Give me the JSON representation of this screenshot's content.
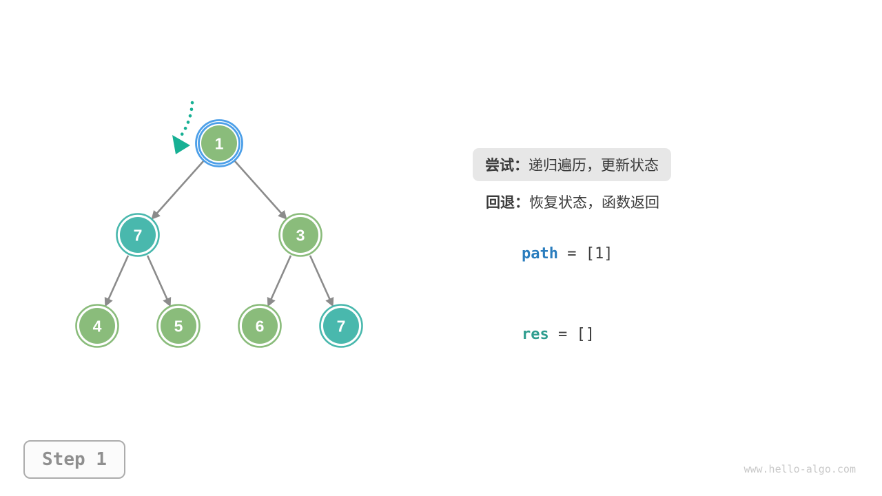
{
  "tree": {
    "nodes": [
      {
        "value": "1",
        "color": "green",
        "highlighted": true
      },
      {
        "value": "7",
        "color": "teal",
        "highlighted": false
      },
      {
        "value": "3",
        "color": "green",
        "highlighted": false
      },
      {
        "value": "4",
        "color": "green",
        "highlighted": false
      },
      {
        "value": "5",
        "color": "green",
        "highlighted": false
      },
      {
        "value": "6",
        "color": "green",
        "highlighted": false
      },
      {
        "value": "7",
        "color": "teal",
        "highlighted": false
      }
    ],
    "edges": [
      [
        "1",
        "7"
      ],
      [
        "1",
        "3"
      ],
      [
        "7",
        "4"
      ],
      [
        "7",
        "5"
      ],
      [
        "3",
        "6"
      ],
      [
        "3",
        "7"
      ]
    ],
    "pointer": "dotted-arrow-to-current-node"
  },
  "panel": {
    "try": {
      "label": "尝试：",
      "text": "递归遍历，更新状态"
    },
    "backtrack": {
      "label": "回退：",
      "text": "恢复状态，函数返回"
    },
    "path": {
      "name": "path",
      "rest": " = [1]"
    },
    "res": {
      "name": "res",
      "rest": " = []"
    }
  },
  "step": {
    "label": "Step 1"
  },
  "watermark": "www.hello-algo.com",
  "colors": {
    "node_green": "#8abc7b",
    "node_teal": "#49b8ad",
    "highlight_ring_blue": "#4c9fe8",
    "pointer_arrow_teal": "#17b094",
    "edge_gray": "#8b8b8b",
    "code_path_blue": "#2a7dbe",
    "code_res_teal": "#2e9d8f",
    "text_dark": "#3a3a3a",
    "try_box_bg": "#e7e7e7",
    "step_text_gray": "#8f8f8f",
    "watermark_gray": "#c9c9c9"
  }
}
